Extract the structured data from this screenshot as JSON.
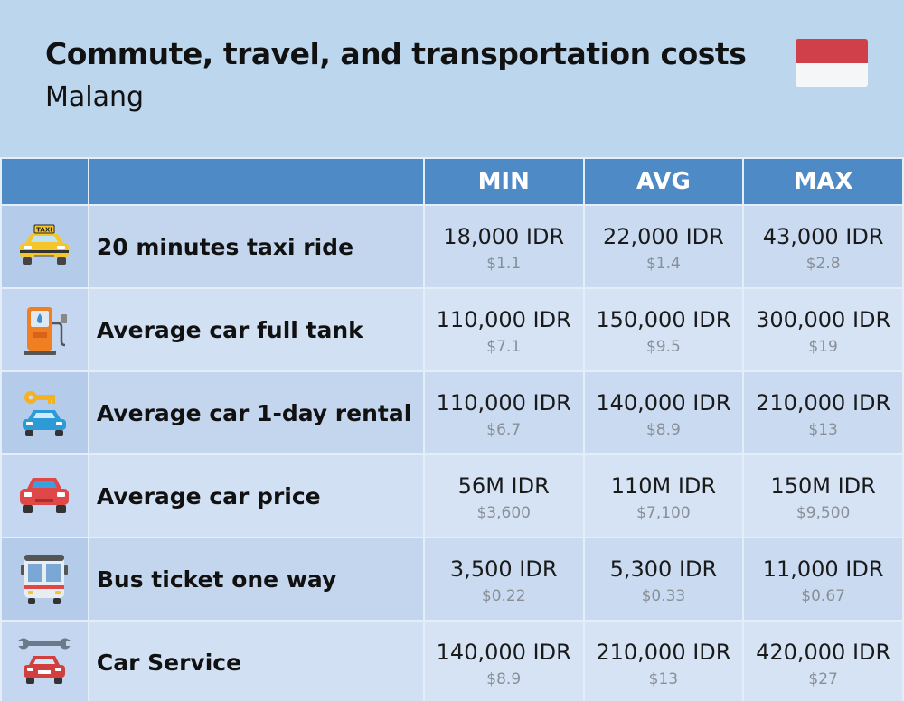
{
  "header": {
    "title": "Commute, travel, and transportation costs",
    "subtitle": "Malang"
  },
  "flag": {
    "top_color": "#d0404a",
    "bottom_color": "#f5f6f8",
    "name": "indonesia-flag"
  },
  "columns": {
    "min": "MIN",
    "avg": "AVG",
    "max": "MAX"
  },
  "rows": [
    {
      "icon": "taxi-icon",
      "label": "20 minutes taxi ride",
      "min": "18,000 IDR",
      "min_usd": "$1.1",
      "avg": "22,000 IDR",
      "avg_usd": "$1.4",
      "max": "43,000 IDR",
      "max_usd": "$2.8",
      "icon_text": "TAXI"
    },
    {
      "icon": "fuel-pump-icon",
      "label": "Average car full tank",
      "min": "110,000 IDR",
      "min_usd": "$7.1",
      "avg": "150,000 IDR",
      "avg_usd": "$9.5",
      "max": "300,000 IDR",
      "max_usd": "$19"
    },
    {
      "icon": "car-key-icon",
      "label": "Average car 1-day rental",
      "min": "110,000 IDR",
      "min_usd": "$6.7",
      "avg": "140,000 IDR",
      "avg_usd": "$8.9",
      "max": "210,000 IDR",
      "max_usd": "$13"
    },
    {
      "icon": "car-icon",
      "label": "Average car price",
      "min": "56M IDR",
      "min_usd": "$3,600",
      "avg": "110M IDR",
      "avg_usd": "$7,100",
      "max": "150M IDR",
      "max_usd": "$9,500"
    },
    {
      "icon": "bus-icon",
      "label": "Bus ticket one way",
      "min": "3,500 IDR",
      "min_usd": "$0.22",
      "avg": "5,300 IDR",
      "avg_usd": "$0.33",
      "max": "11,000 IDR",
      "max_usd": "$0.67"
    },
    {
      "icon": "car-service-icon",
      "label": "Car Service",
      "min": "140,000 IDR",
      "min_usd": "$8.9",
      "avg": "210,000 IDR",
      "avg_usd": "$13",
      "max": "420,000 IDR",
      "max_usd": "$27"
    }
  ],
  "colors": {
    "background": "#bcd6ee",
    "header_row": "#4d8ac6"
  }
}
